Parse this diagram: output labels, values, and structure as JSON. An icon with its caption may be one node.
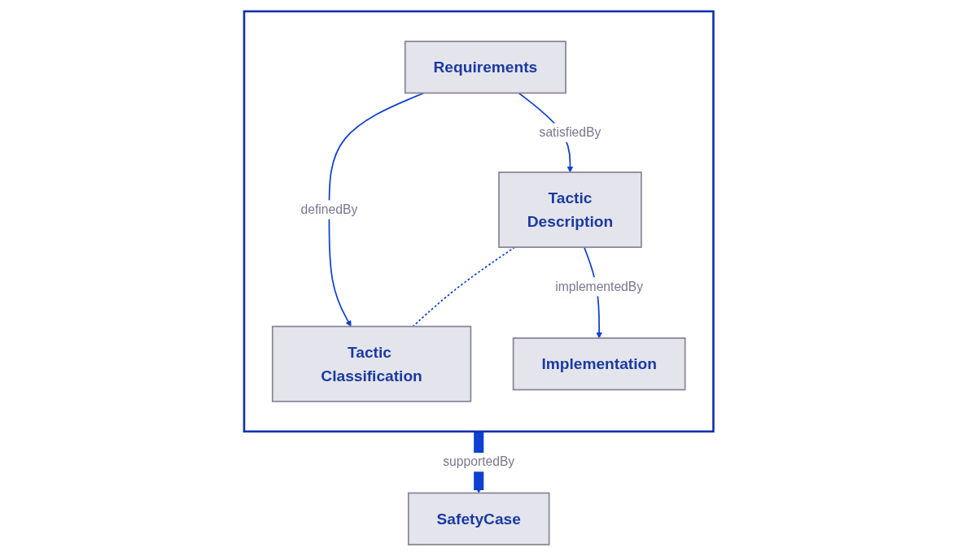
{
  "diagram": {
    "nodes": [
      {
        "text": [],
        "shape": "box"
      },
      {
        "text": [
          "Requirements"
        ],
        "in": 0
      },
      {
        "text": [
          "Tactic",
          "Description"
        ],
        "in": 0
      },
      {
        "text": [
          "Tactic Classification"
        ],
        "in": 0
      },
      {
        "text": [
          "Implementation"
        ],
        "in": 0
      },
      {
        "text": [
          "SafetyCase"
        ]
      }
    ],
    "edges": [
      {
        "from": 1,
        "to": 2,
        "arrow": "to",
        "label": "satisfiedBy"
      },
      {
        "from": 1,
        "to": 3,
        "arrow": "to",
        "label": "definedBy"
      },
      {
        "from": 2,
        "to": 3,
        "arrow": "none",
        "style": "dashed"
      },
      {
        "from": 2,
        "to": 4,
        "arrow": "to",
        "label": "implementedBy"
      },
      {
        "from": 0,
        "to": 5,
        "arrow": "to",
        "label": "supportedBy",
        "style": "thick"
      }
    ]
  }
}
